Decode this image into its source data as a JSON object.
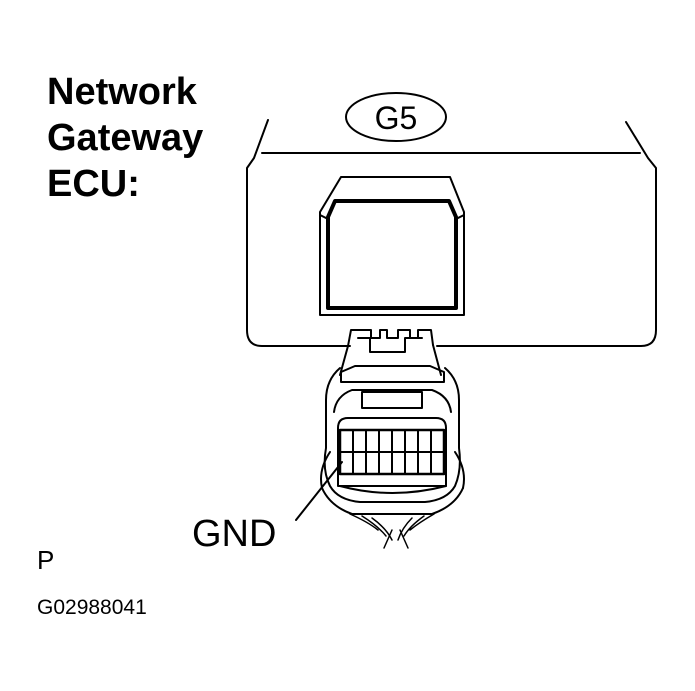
{
  "component_title": [
    "Network",
    "Gateway",
    "ECU:"
  ],
  "connector_code": "G5",
  "terminal_label": "GND",
  "view_marker": "P",
  "figure_id": "G02988041",
  "colors": {
    "ink": "#000000",
    "background": "#ffffff"
  }
}
